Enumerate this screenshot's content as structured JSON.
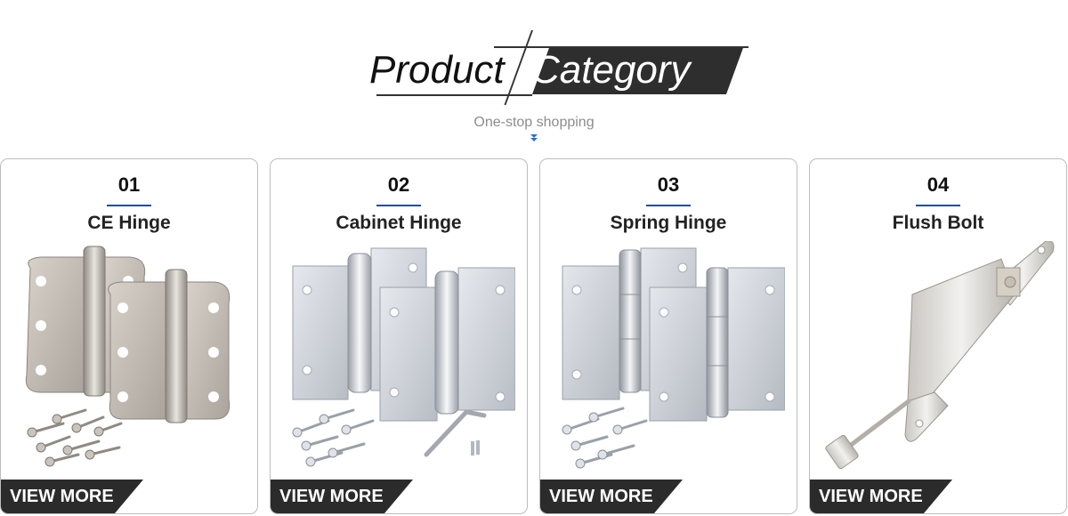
{
  "header": {
    "title_left": "Product",
    "title_right": "Category",
    "subtitle": "One-stop shopping"
  },
  "colors": {
    "accent_line": "#1f4e9c",
    "dark_box": "#2e2e2e",
    "arrow": "#2a6fd6"
  },
  "cards": [
    {
      "num": "01",
      "name": "CE Hinge",
      "cta": "VIEW MORE",
      "icon": "ce-hinge-product-image"
    },
    {
      "num": "02",
      "name": "Cabinet Hinge",
      "cta": "VIEW MORE",
      "icon": "cabinet-hinge-product-image"
    },
    {
      "num": "03",
      "name": "Spring Hinge",
      "cta": "VIEW MORE",
      "icon": "spring-hinge-product-image"
    },
    {
      "num": "04",
      "name": "Flush Bolt",
      "cta": "VIEW MORE",
      "icon": "flush-bolt-product-image"
    }
  ]
}
